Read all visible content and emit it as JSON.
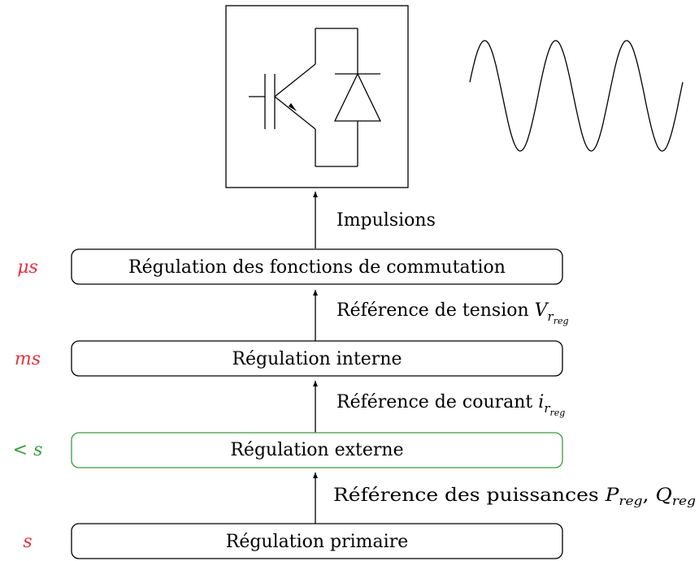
{
  "colors": {
    "time_red": "#e8303a",
    "time_green": "#3c9c3c",
    "box_green": "#3c9c3c",
    "line": "#000000"
  },
  "icons": {
    "igbt": "igbt-transistor-symbol",
    "diode": "diode-symbol",
    "wave": "sine-wave"
  },
  "levels": [
    {
      "id": "commutation",
      "time": "μs",
      "time_color": "red",
      "label": "Régulation des fonctions de commutation",
      "border": "black"
    },
    {
      "id": "interne",
      "time": "ms",
      "time_color": "red",
      "label": "Régulation interne",
      "border": "black"
    },
    {
      "id": "externe",
      "time": "< s",
      "time_color": "green",
      "label": "Régulation externe",
      "border": "green"
    },
    {
      "id": "primaire",
      "time": "s",
      "time_color": "red",
      "label": "Régulation primaire",
      "border": "black"
    }
  ],
  "arrows": {
    "impulsions": {
      "text": "Impulsions"
    },
    "tension": {
      "text": "Référence de tension ",
      "var": "V",
      "sub": "r",
      "subsub": "reg"
    },
    "courant": {
      "text": "Référence de courant ",
      "var": "i",
      "sub": "r",
      "subsub": "reg"
    },
    "puissances": {
      "text": "Référence des puissances ",
      "var1": "P",
      "sub1": "reg",
      "sep": ", ",
      "var2": "Q",
      "sub2": "reg"
    }
  }
}
